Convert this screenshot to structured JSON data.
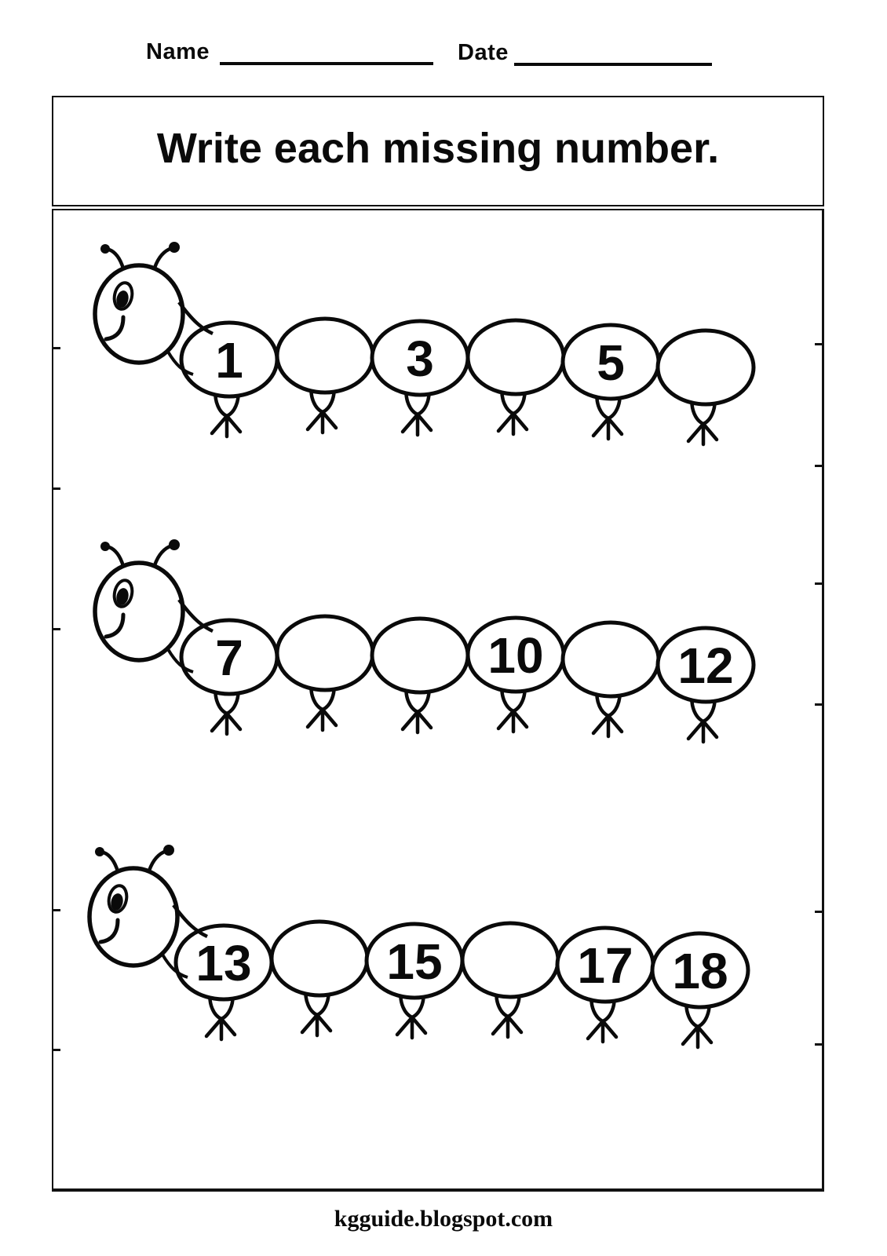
{
  "title": "Write each missing number.",
  "header": {
    "name_label": "Name",
    "date_label": "Date"
  },
  "caterpillars": [
    {
      "segments": [
        "1",
        "",
        "3",
        "",
        "5",
        ""
      ]
    },
    {
      "segments": [
        "7",
        "",
        "",
        "10",
        "",
        "12"
      ]
    },
    {
      "segments": [
        "13",
        "",
        "15",
        "",
        "17",
        "18"
      ]
    }
  ],
  "footer": {
    "website": "kgguide.blogspot.com"
  },
  "colors": {
    "ink": "#0a0a0a",
    "paper": "#ffffff"
  }
}
